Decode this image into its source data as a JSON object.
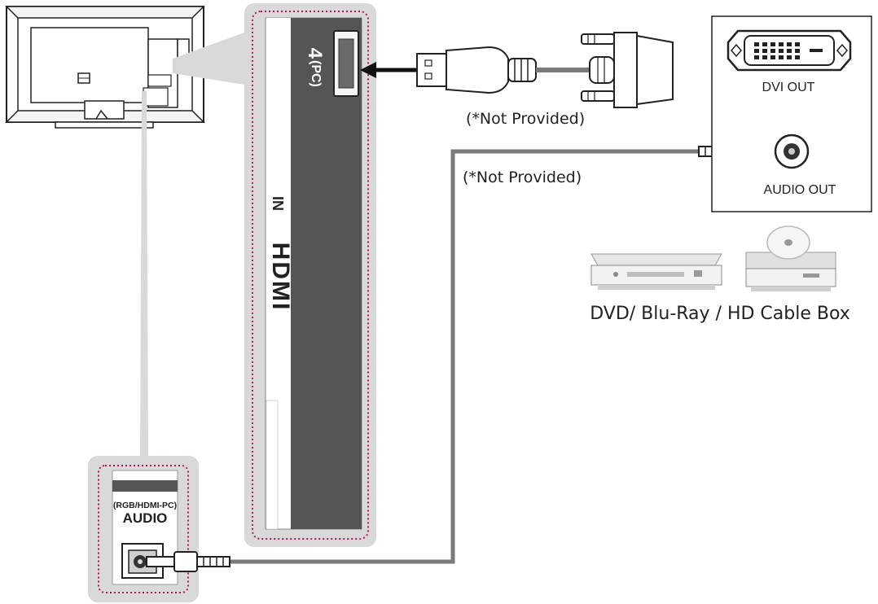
{
  "hdmi_panel": {
    "port_number": "4",
    "port_suffix": "(PC)",
    "logo_main": "HDMI",
    "logo_suffix": "IN"
  },
  "audio_panel": {
    "label_top": "(RGB/HDMI-PC)",
    "label_main": "AUDIO"
  },
  "source_box": {
    "dvi_label": "DVI OUT",
    "audio_label": "AUDIO OUT"
  },
  "notes": {
    "hdmi_cable": "(*Not Provided)",
    "audio_cable": "(*Not Provided)"
  },
  "devices": {
    "caption": "DVD/ Blu-Ray / HD Cable Box"
  },
  "colors": {
    "panel_gray": "#d9d9d9",
    "dotted_border": "#b0185a",
    "dark_strip": "#555555",
    "cable": "#7a7a7a"
  },
  "icons": [
    "tv-back-icon",
    "hdmi-to-dvi-adapter-icon",
    "audio-jack-icon",
    "dvd-player-icon",
    "bluray-player-icon"
  ]
}
